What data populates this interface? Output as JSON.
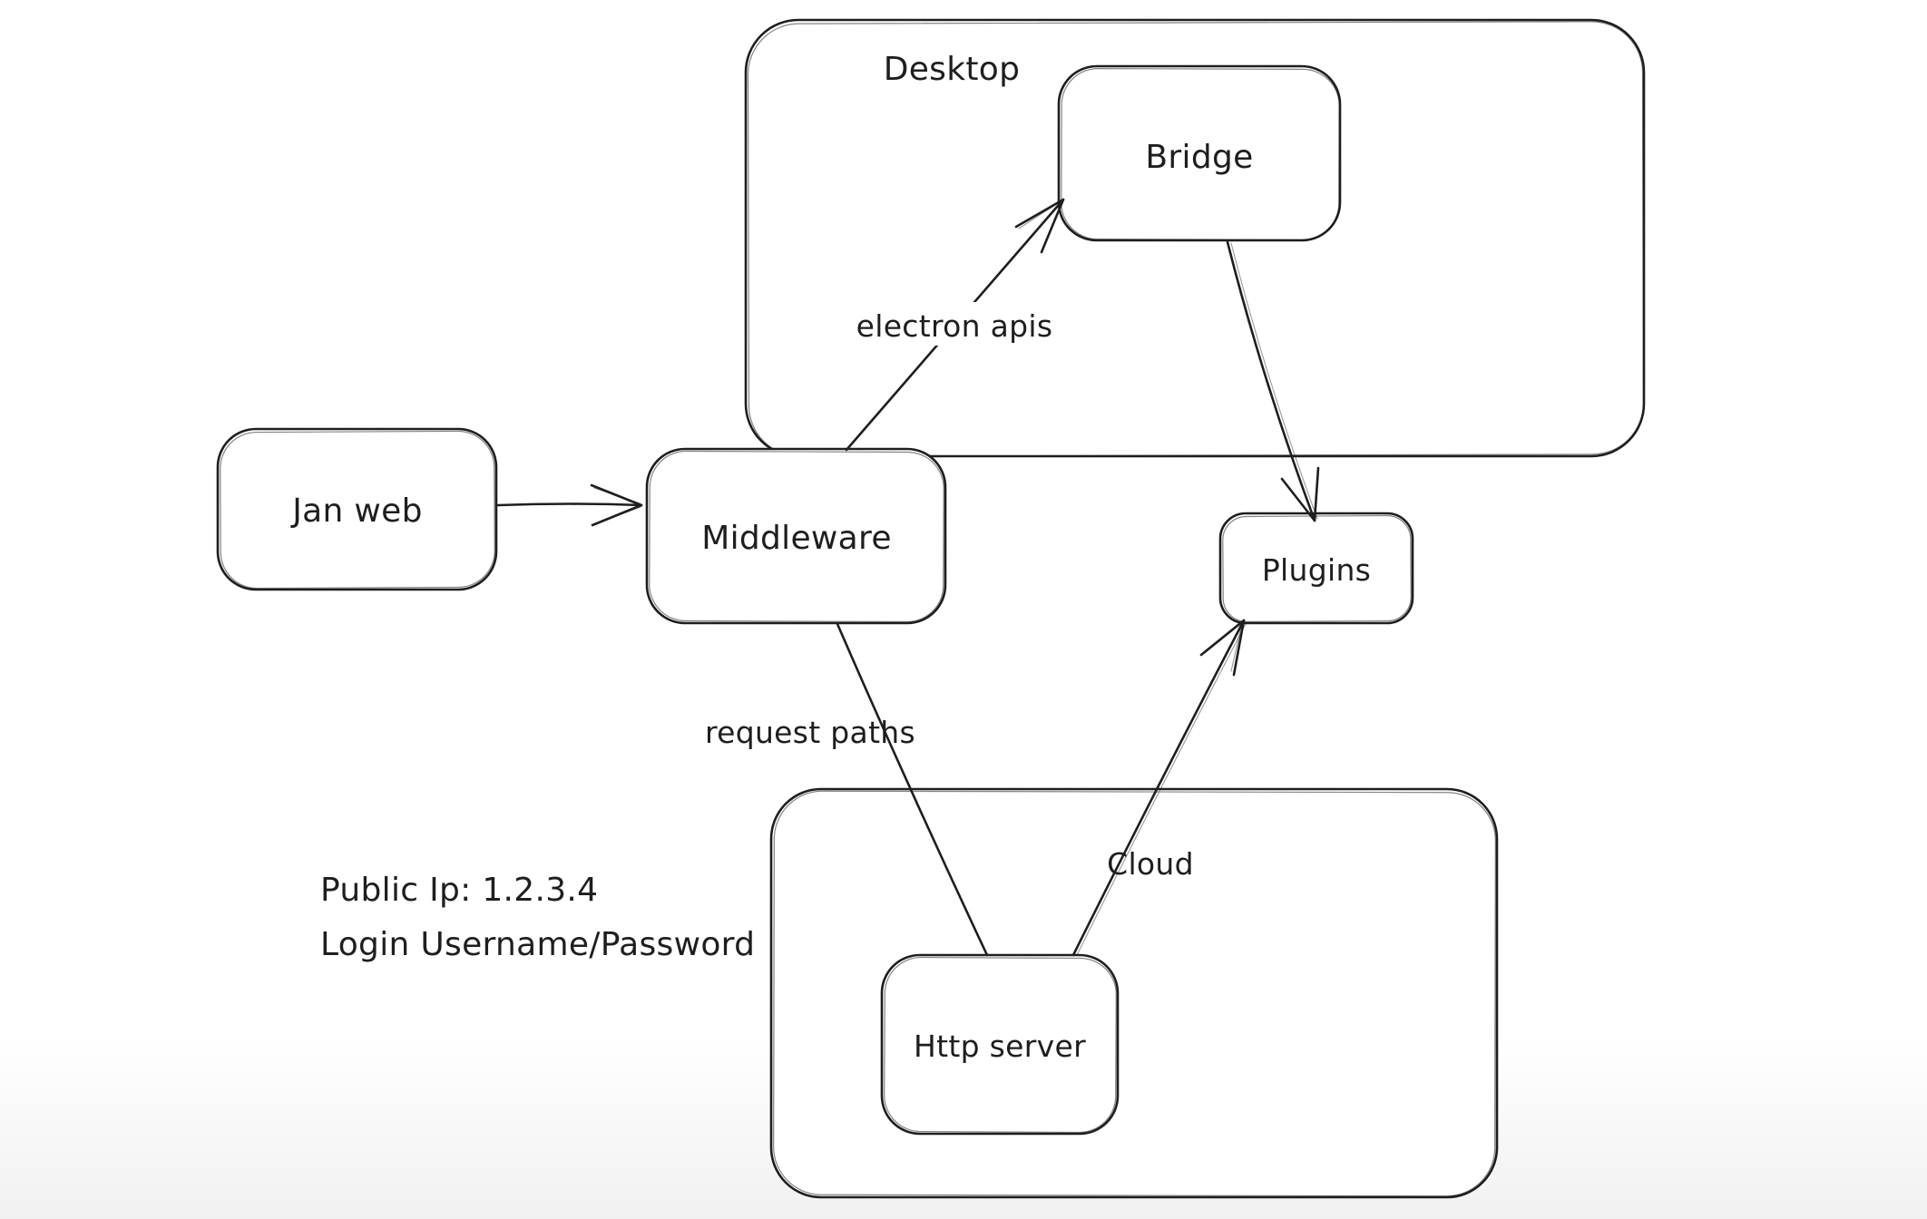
{
  "diagram": {
    "type": "hand-drawn architecture sketch",
    "nodes": {
      "desktop": {
        "label": "Desktop",
        "kind": "container"
      },
      "bridge": {
        "label": "Bridge",
        "kind": "box",
        "inside": "Desktop"
      },
      "jan_web": {
        "label": "Jan web",
        "kind": "box"
      },
      "middleware": {
        "label": "Middleware",
        "kind": "box"
      },
      "plugins": {
        "label": "Plugins",
        "kind": "box"
      },
      "cloud": {
        "label": "Cloud",
        "kind": "container"
      },
      "http_server": {
        "label": "Http server",
        "kind": "box",
        "inside": "Cloud"
      }
    },
    "edge_labels": {
      "electron_apis": "electron apis",
      "request_paths": "request paths"
    },
    "notes": {
      "public_ip": "Public Ip: 1.2.3.4",
      "login": "Login Username/Password"
    },
    "edges": [
      {
        "from": "Jan web",
        "to": "Middleware",
        "arrowhead": "end",
        "label": ""
      },
      {
        "from": "Middleware",
        "to": "Bridge",
        "arrowhead": "end",
        "label": "electron apis"
      },
      {
        "from": "Bridge",
        "to": "Plugins",
        "arrowhead": "end",
        "label": ""
      },
      {
        "from": "Middleware",
        "to": "Http server",
        "arrowhead": "none",
        "label": "request paths"
      },
      {
        "from": "Http server",
        "to": "Plugins",
        "arrowhead": "end",
        "label": ""
      }
    ],
    "colors": {
      "stroke": "#1e1e1e",
      "canvas_background": "#ffffff",
      "canvas_background_bottom": "#f1f1f2"
    }
  }
}
